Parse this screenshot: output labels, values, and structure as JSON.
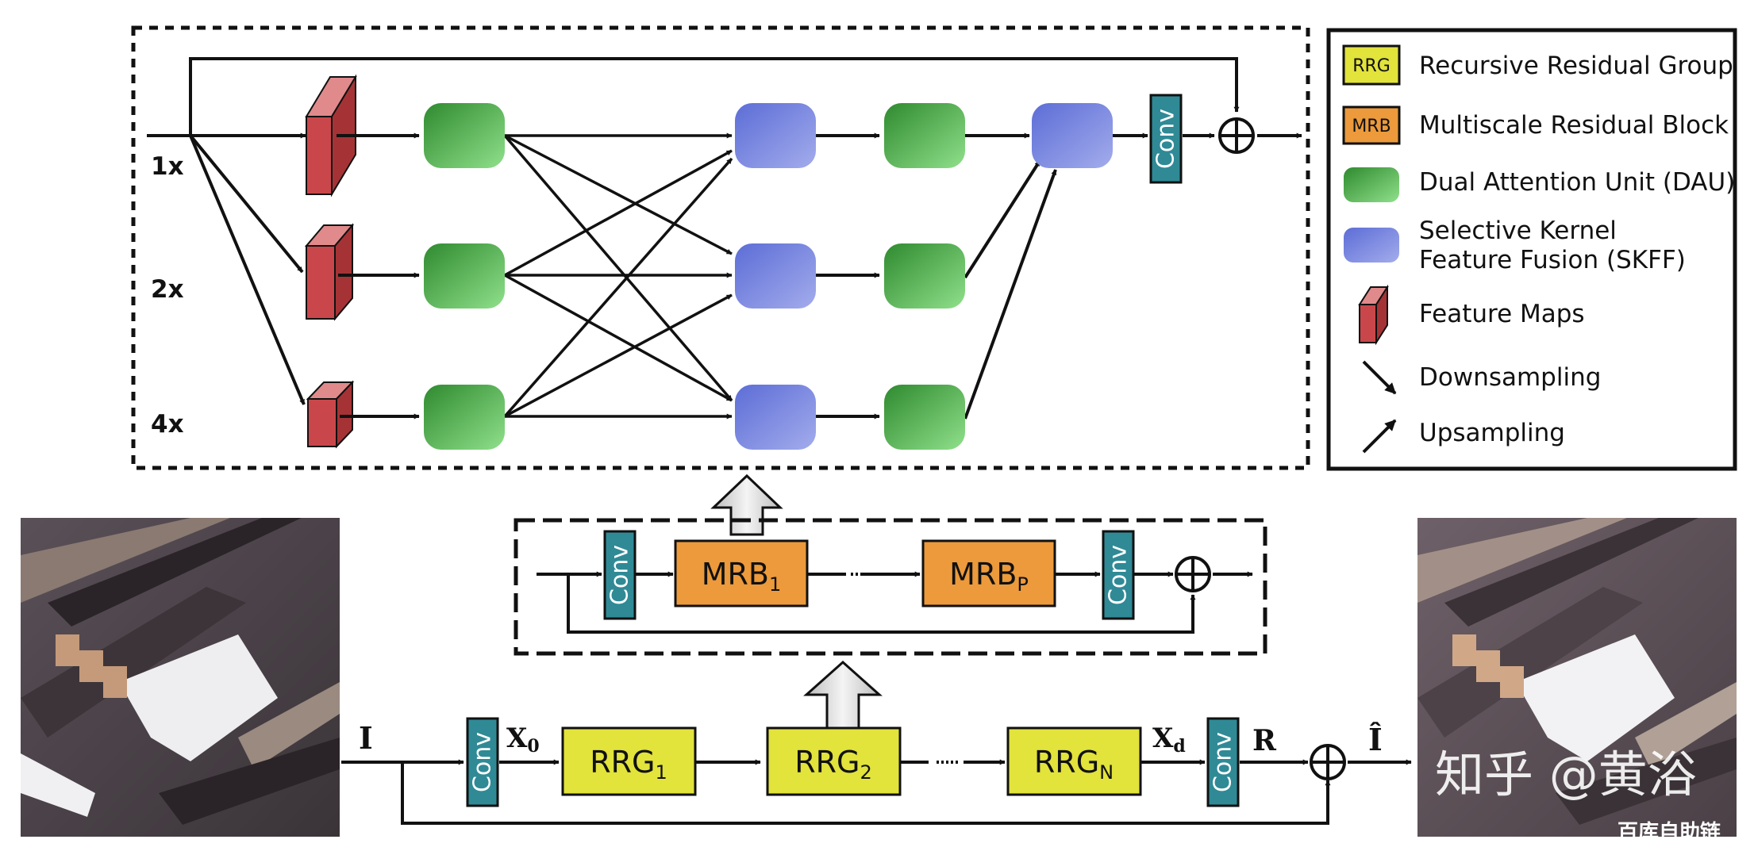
{
  "diagram": {
    "scale_labels": [
      "1x",
      "2x",
      "4x"
    ],
    "conv_label": "Conv",
    "mrb_block": {
      "base": "MRB",
      "sub_first": "1",
      "sub_last": "P"
    },
    "rrg_chain": [
      {
        "base": "RRG",
        "sub": "1"
      },
      {
        "base": "RRG",
        "sub": "2"
      },
      {
        "base": "RRG",
        "sub": "N"
      }
    ],
    "signals": {
      "input": "I",
      "x0_base": "X",
      "x0_sub": "0",
      "xd_base": "X",
      "xd_sub": "d",
      "residual": "R",
      "output": "Î"
    }
  },
  "legend": {
    "items": [
      {
        "swatch_text": "RRG",
        "label": "Recursive Residual Group"
      },
      {
        "swatch_text": "MRB",
        "label": "Multiscale Residual Block"
      },
      {
        "swatch_text": "",
        "label": "Dual Attention Unit (DAU)"
      },
      {
        "swatch_text": "",
        "label_line1": "Selective Kernel",
        "label_line2": "Feature Fusion (SKFF)"
      },
      {
        "swatch_text": "",
        "label": "Feature Maps"
      },
      {
        "swatch_text": "",
        "label": "Downsampling"
      },
      {
        "swatch_text": "",
        "label": "Upsampling"
      }
    ]
  },
  "watermark": {
    "main": "知乎 @黄浴",
    "corner": "百库自助链"
  },
  "colors": {
    "rrg": "#e2e33b",
    "mrb": "#ec9a3b",
    "conv": "#2f8a96",
    "dau_dark": "#2f8a2f",
    "dau_light": "#8fe08a",
    "skff_dark": "#5c6dd6",
    "skff_light": "#a3acec",
    "feature_map": "#c9474a",
    "watermark_corner": "#e3a53a"
  }
}
